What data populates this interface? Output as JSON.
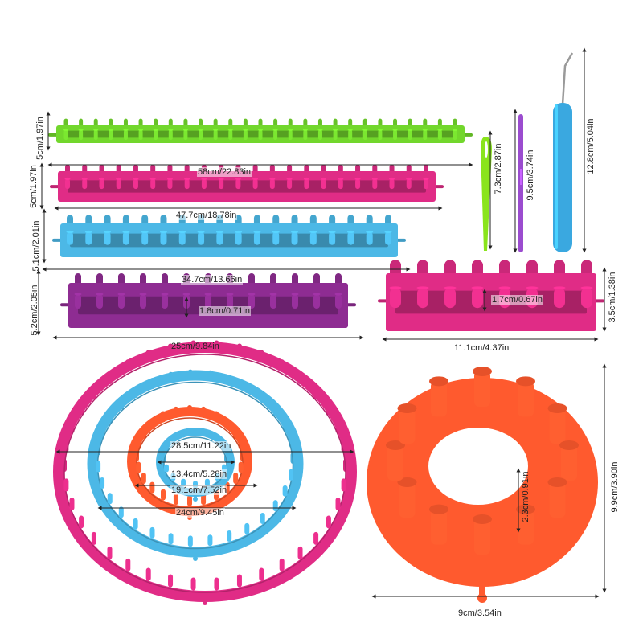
{
  "colors": {
    "green": "#72d72c",
    "pink": "#e02c86",
    "blue": "#4cb8e6",
    "purple": "#8e2c92",
    "orange": "#ff5a2e",
    "needle_green": "#8ae41c",
    "hook_purple": "#9b4ccf",
    "pick_handle": "#3aa8e0",
    "pick_metal": "#9a9a9a",
    "dimension_line": "#222222"
  },
  "items": [
    {
      "id": "green-long-loom",
      "kind": "long-loom",
      "color": "green",
      "pegs_per_row": 27
    },
    {
      "id": "pink-long-loom",
      "kind": "long-loom",
      "color": "pink",
      "pegs_per_row": 22
    },
    {
      "id": "blue-long-loom",
      "kind": "long-loom",
      "color": "blue",
      "pegs_per_row": 18
    },
    {
      "id": "purple-long-loom",
      "kind": "long-loom",
      "color": "purple",
      "pegs_per_row": 13
    },
    {
      "id": "pink-small-loom",
      "kind": "long-loom",
      "color": "pink",
      "pegs_per_row": 8
    },
    {
      "id": "pink-round-loom",
      "kind": "round-loom",
      "color": "pink",
      "pegs": 38
    },
    {
      "id": "blue-round-loom",
      "kind": "round-loom",
      "color": "blue",
      "pegs": 31
    },
    {
      "id": "orange-round-loom",
      "kind": "round-loom",
      "color": "orange",
      "pegs": 24
    },
    {
      "id": "blue-small-round-loom",
      "kind": "round-loom",
      "color": "blue",
      "pegs": 16
    },
    {
      "id": "orange-flower-loom",
      "kind": "flower-loom",
      "color": "orange",
      "pegs": 12
    },
    {
      "id": "yarn-needle",
      "kind": "needle",
      "color": "needle_green"
    },
    {
      "id": "crochet-hook",
      "kind": "hook",
      "color": "hook_purple"
    },
    {
      "id": "loom-pick",
      "kind": "pick",
      "color": "pick_handle"
    }
  ],
  "labels": {
    "green_height": "5cm/1.97in",
    "green_length": "58cm/22.83in",
    "pink_height": "5cm/1.97in",
    "pink_length": "47.7cm/18.78in",
    "blue_height": "5.1cm/2.01in",
    "blue_length": "34.7cm/13.66in",
    "purple_height": "5.2cm/2.05in",
    "purple_length": "25cm/9.84in",
    "purple_peg_height": "1.8cm/0.71in",
    "small_loom_peg_height": "1.7cm/0.67in",
    "small_loom_height": "3.5cm/1.38in",
    "small_loom_length": "11.1cm/4.37in",
    "needle_length": "7.3cm/2.87in",
    "hook_length": "9.5cm/3.74in",
    "pick_length": "12.8cm/5.04in",
    "round_28": "28.5cm/11.22in",
    "round_13": "13.4cm/5.28in",
    "round_19": "19.1cm/7.52in",
    "round_24": "24cm/9.45in",
    "flower_peg_height": "2.3cm/0.91in",
    "flower_height": "9.9cm/3.90in",
    "flower_width": "9cm/3.54in"
  }
}
